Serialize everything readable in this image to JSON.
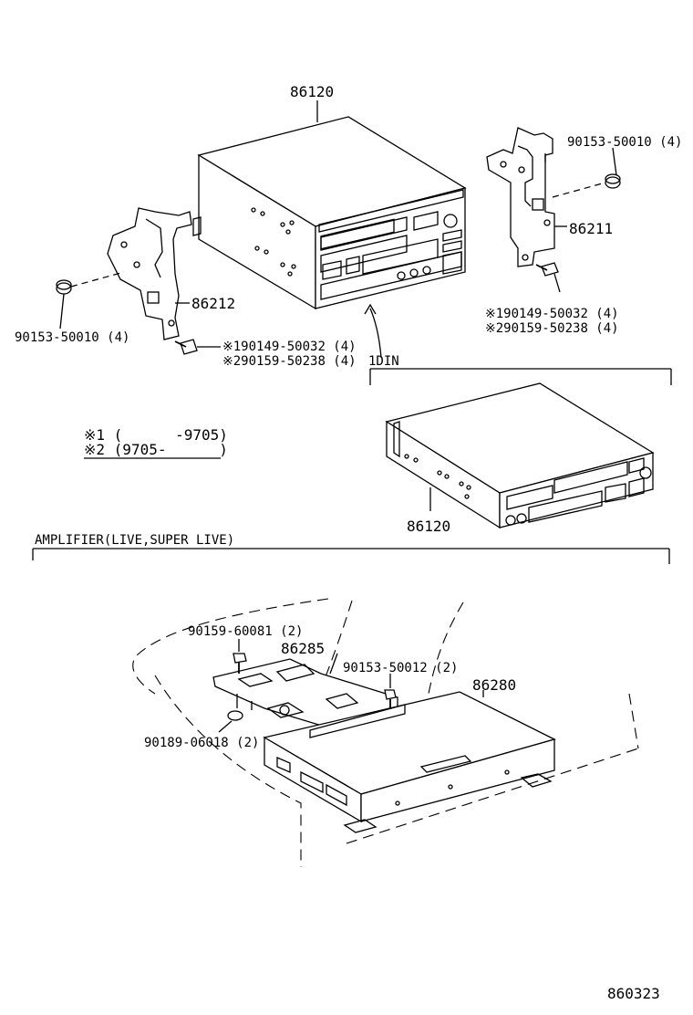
{
  "labels": {
    "top_unit": "86120",
    "right_bolt": "90153-50010 (4)",
    "right_bracket": "86211",
    "right_screw_1": "※190149-50032 (4)",
    "right_screw_2": "※290159-50238 (4)",
    "left_bracket": "86212",
    "left_bolt": "90153-50010 (4)",
    "left_screw_1": "※190149-50032 (4)",
    "left_screw_2": "※290159-50238 (4)",
    "din_label": "1DIN",
    "note_1": "※1 (      -9705)",
    "note_2": "※2 (9705-      )",
    "din_unit": "86120",
    "amp_header": "AMPLIFIER(LIVE,SUPER LIVE)",
    "amp_bolt": "90159-60081 (2)",
    "amp_bracket": "86285",
    "amp_screw": "90153-50012 (2)",
    "amp_unit": "86280",
    "amp_clip": "90189-06018 (2)",
    "figure_number": "860323"
  }
}
